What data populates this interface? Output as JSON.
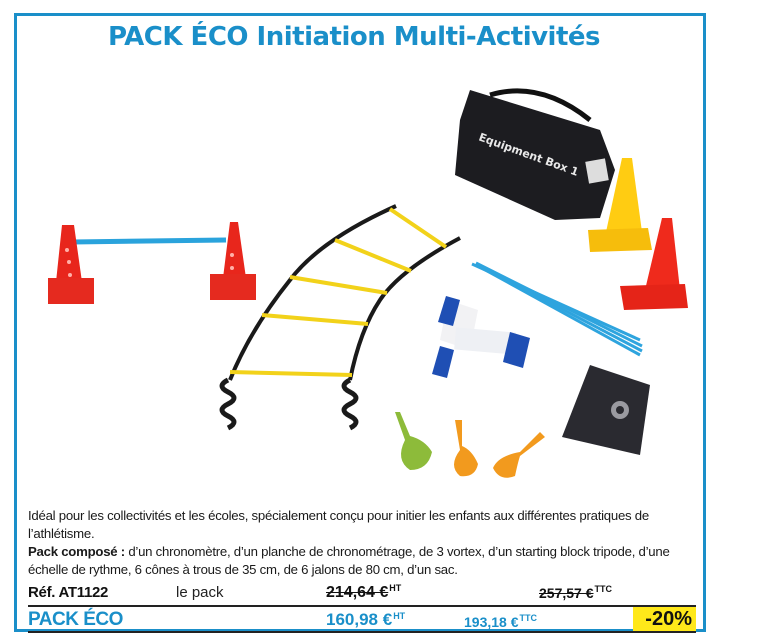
{
  "title": "PACK ÉCO Initiation Multi-Activités",
  "colors": {
    "brand_blue": "#1a8fc9",
    "badge_yellow": "#ffe81a",
    "text": "#1a1a1a"
  },
  "products_illustration": {
    "items": [
      "hurdle-with-two-red-cones",
      "agility-ladder",
      "equipment-bag",
      "yellow-cone",
      "red-cone",
      "blue-poles",
      "starting-block",
      "vortex-throwers",
      "timing-board"
    ],
    "bag_label": "Equipment Box 1"
  },
  "description": {
    "intro": "Idéal pour les collectivités et les écoles, spécialement conçu pour initier les enfants aux différentes pratiques de l’athlétisme.",
    "composition_label": "Pack composé :",
    "composition_text": " d’un chronomètre, d’un planche de chronométrage, de 3 vortex, d’un starting block tripode, d’une échelle de rythme, 6 cônes à trous de 35 cm, de 6 jalons de 80 cm, d’un sac."
  },
  "pricing": {
    "reference": "Réf. AT1122",
    "unit": "le pack",
    "old_price_ht": "214,64 €",
    "old_price_ttc": "257,57 €",
    "pack_name": "PACK ÉCO",
    "new_price_ht": "160,98 €",
    "new_price_ttc": "193,18 €",
    "ht_suffix": "HT",
    "ttc_suffix": "TTC",
    "discount": "-20%"
  }
}
